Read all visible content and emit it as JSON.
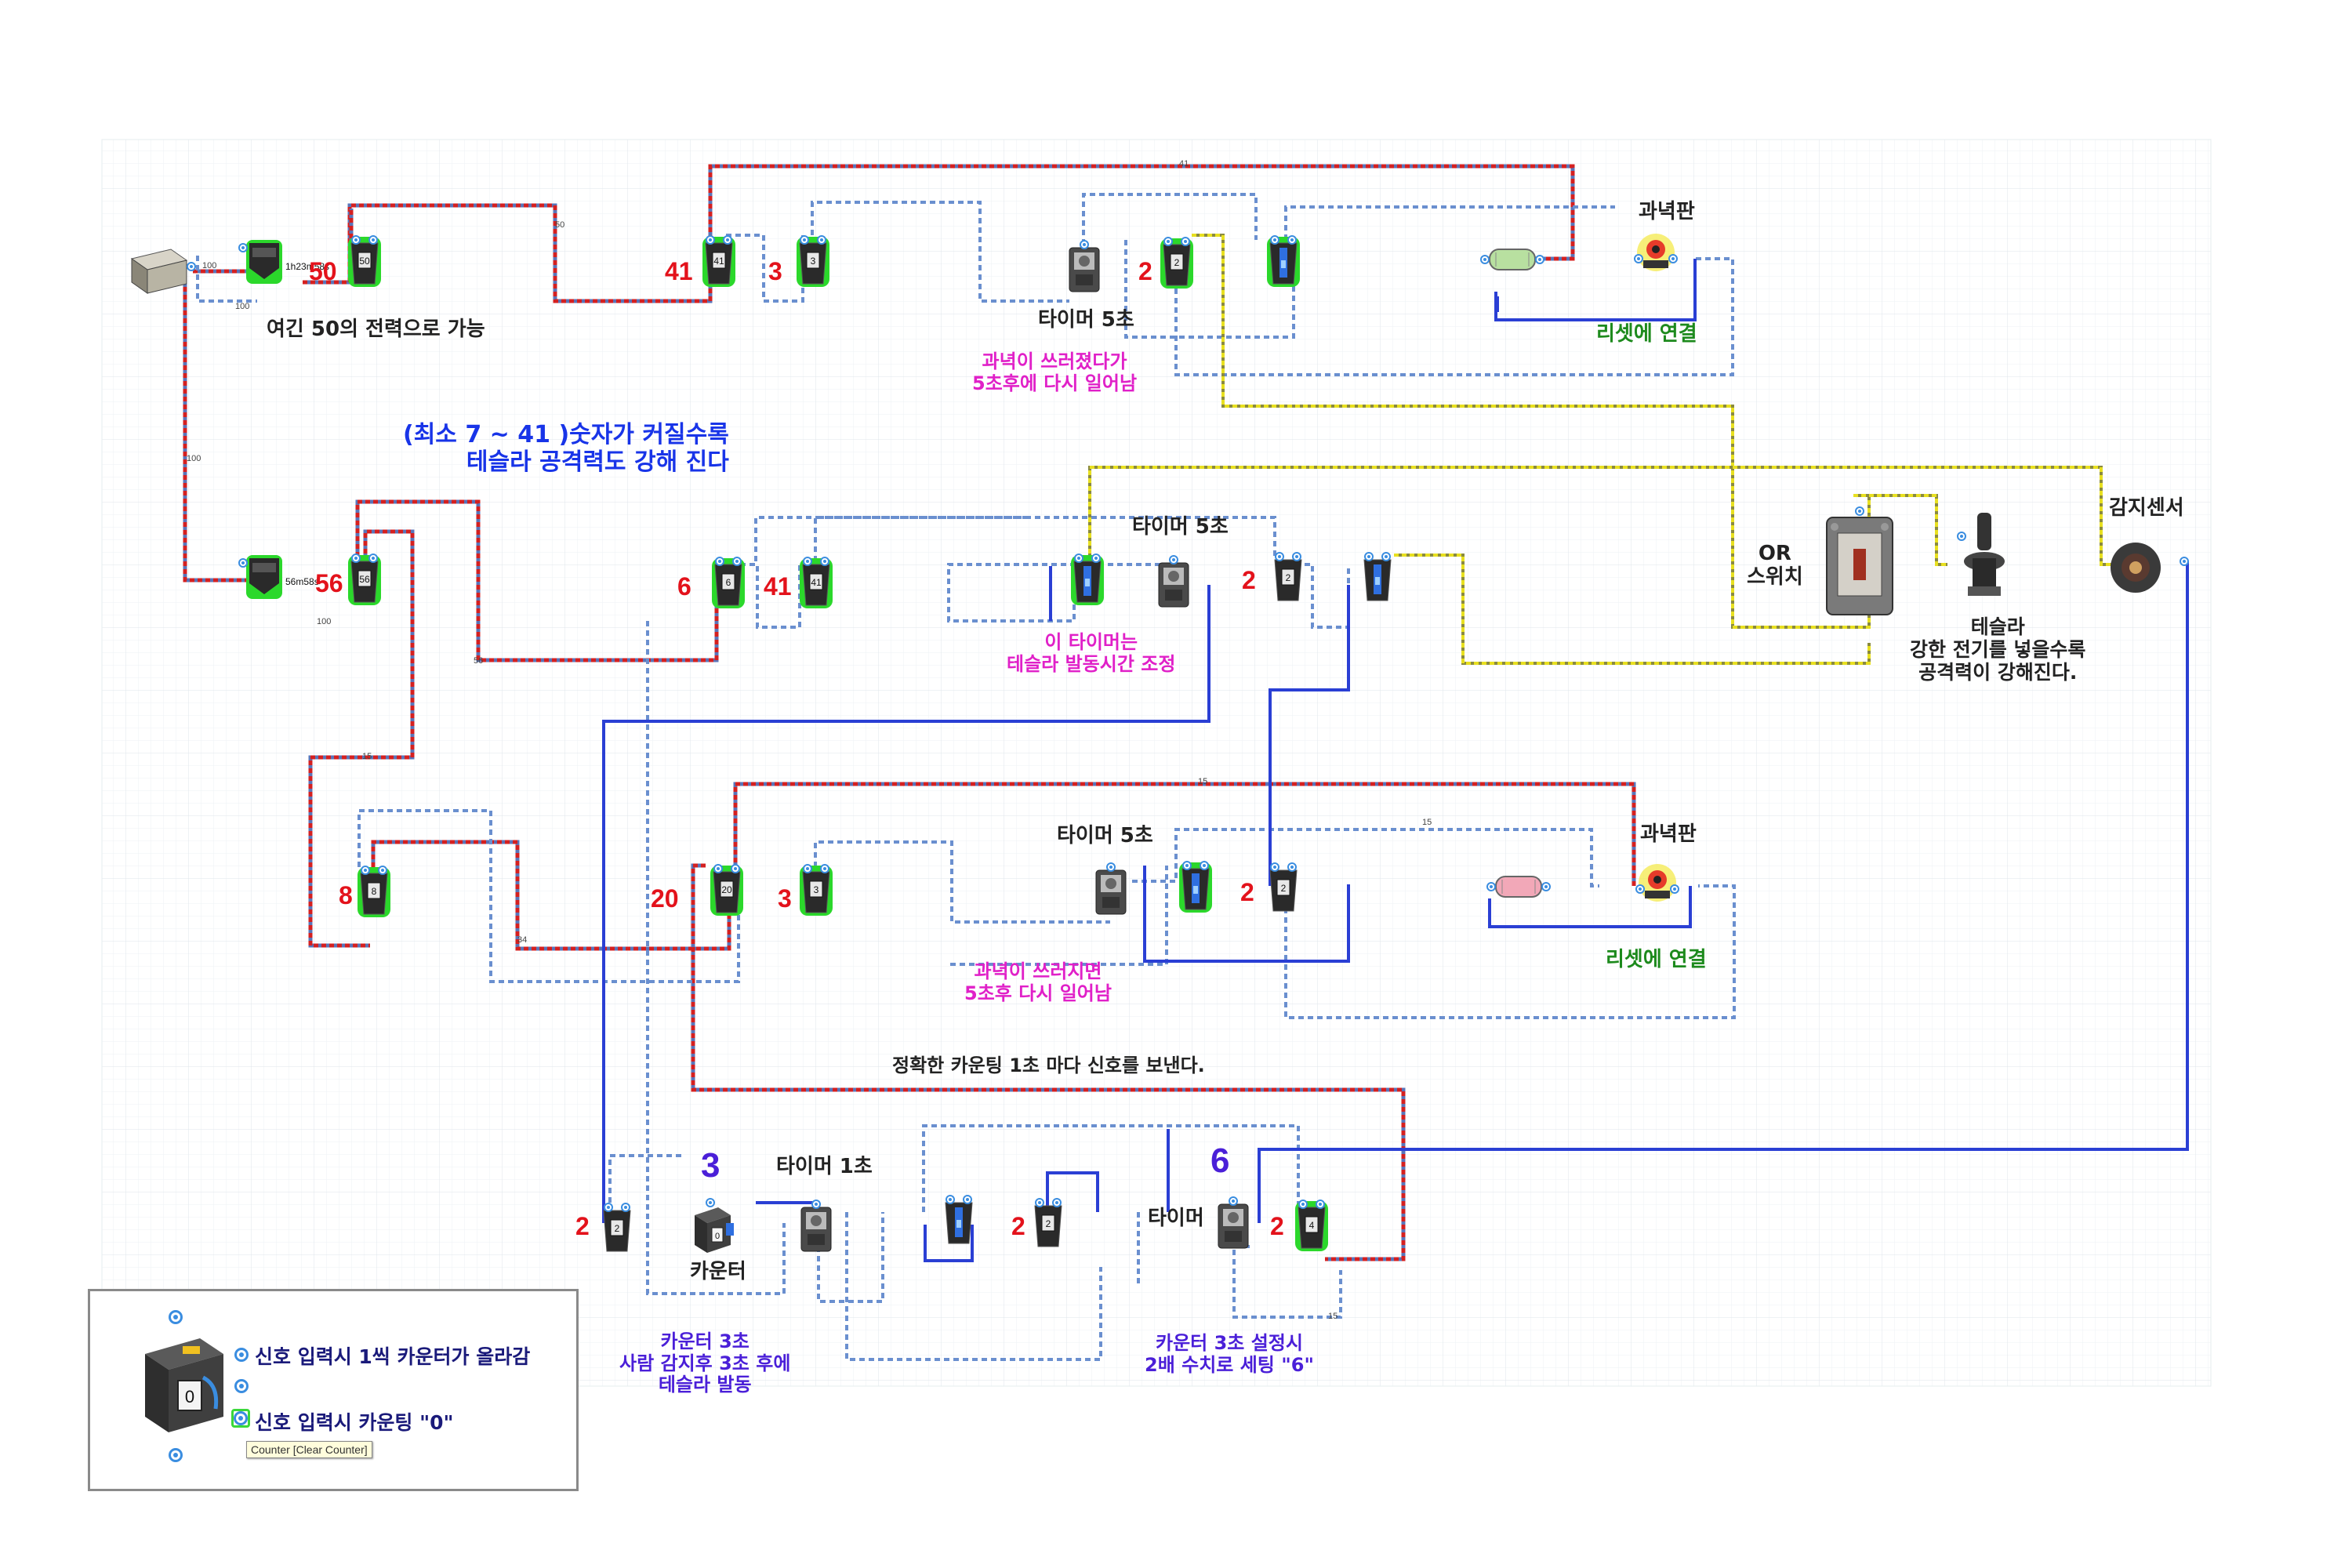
{
  "diagram": {
    "nodes": {
      "power_source": {
        "kind": "battery"
      },
      "timer_top_source": {
        "kind": "timer",
        "text": "1h23m58s"
      },
      "timer_mid_source": {
        "kind": "timer",
        "text": "56m58s"
      },
      "relay_50": {
        "kind": "relay",
        "value": "50",
        "glow": "green"
      },
      "relay_56": {
        "kind": "relay",
        "value": "56",
        "glow": "green"
      },
      "relay_41a": {
        "kind": "relay",
        "value": "41",
        "glow": "green"
      },
      "relay_3a": {
        "kind": "relay",
        "value": "3",
        "glow": "green"
      },
      "timer_5a": {
        "kind": "timer_box"
      },
      "relay_2a": {
        "kind": "relay",
        "value": "2",
        "glow": "green"
      },
      "switch_a": {
        "kind": "switch",
        "glow": "green"
      },
      "lamp_a": {
        "kind": "lamp",
        "color": "#b8e0a0"
      },
      "target_a": {
        "kind": "target"
      },
      "relay_6": {
        "kind": "relay",
        "value": "6",
        "glow": "green"
      },
      "relay_41b": {
        "kind": "relay",
        "value": "41",
        "glow": "green"
      },
      "switch_b": {
        "kind": "switch",
        "glow": "green"
      },
      "timer_5b": {
        "kind": "timer_box"
      },
      "relay_2b": {
        "kind": "relay",
        "value": "2",
        "glow": "none"
      },
      "switch_c": {
        "kind": "switch",
        "glow": "none"
      },
      "or_switch": {
        "kind": "or_switch"
      },
      "tesla": {
        "kind": "tesla"
      },
      "sensor": {
        "kind": "sensor"
      },
      "relay_8": {
        "kind": "relay",
        "value": "8",
        "glow": "green"
      },
      "relay_20": {
        "kind": "relay",
        "value": "20",
        "glow": "green"
      },
      "relay_3b": {
        "kind": "relay",
        "value": "3",
        "glow": "green"
      },
      "timer_5c": {
        "kind": "timer_box"
      },
      "switch_d": {
        "kind": "switch",
        "glow": "green"
      },
      "relay_2c": {
        "kind": "relay",
        "value": "2",
        "glow": "none"
      },
      "lamp_b": {
        "kind": "lamp",
        "color": "#f2a8b8"
      },
      "target_b": {
        "kind": "target"
      },
      "relay_2d": {
        "kind": "relay",
        "value": "2",
        "glow": "none"
      },
      "counter_3": {
        "kind": "counter",
        "value": "0"
      },
      "timer_1": {
        "kind": "timer_box"
      },
      "switch_e": {
        "kind": "switch",
        "glow": "none"
      },
      "relay_2e": {
        "kind": "relay",
        "value": "2",
        "glow": "none"
      },
      "timer_6": {
        "kind": "timer_box"
      },
      "relay_4": {
        "kind": "relay",
        "value": "4",
        "glow": "green"
      }
    },
    "wire_labels": [
      "100",
      "100",
      "100",
      "50",
      "41",
      "100",
      "56",
      "15",
      "15",
      "15",
      "34",
      "15"
    ],
    "labels": {
      "n50": "50",
      "n41a": "41",
      "n3a": "3",
      "n2a": "2",
      "n56": "56",
      "n6": "6",
      "n41b": "41",
      "n2b": "2",
      "n8": "8",
      "n20": "20",
      "n3b": "3",
      "n2c": "2",
      "n2d": "2",
      "n2e": "2",
      "n2f": "2",
      "big3": "3",
      "big6": "6",
      "note_50": "여긴 50의 전력으로 가능",
      "timer5a": "타이머 5초",
      "target_title_a": "과녁판",
      "reset_a": "리셋에 연결",
      "magenta_a": "과녁이 쓰러졌다가\n5초후에 다시 일어남",
      "blue_note": "(최소 7 ~ 41 )숫자가 커질수록\n테슬라 공격력도 강해 진다",
      "timer5b": "타이머 5초",
      "magenta_b": "이 타이머는\n테슬라 발동시간 조정",
      "or_switch": "OR\n스위치",
      "tesla_note": "테슬라\n강한 전기를 넣을수록\n공격력이 강해진다.",
      "sensor": "감지센서",
      "timer5c": "타이머 5초",
      "target_title_b": "과녁판",
      "reset_b": "리셋에 연결",
      "magenta_c": "과녁이 쓰러지면\n5초후 다시 일어남",
      "counting_note": "정확한 카운팅 1초 마다 신호를 보낸다.",
      "timer1": "타이머 1초",
      "counter": "카운터",
      "purple_a": "카운터 3초\n사람 감지후 3초 후에\n테슬라 발동",
      "timer6": "타이머",
      "purple_b": "카운터 3초 설정시\n2배 수치로 세팅 \"6\""
    },
    "legend": {
      "line1": "신호 입력시 1씩 카운터가 올라감",
      "line2": "신호 입력시 카운팅 \"0\"",
      "tooltip": "Counter [Clear Counter]",
      "counter_value": "0"
    },
    "colors": {
      "power_wire": "#d42020",
      "signal_wire": "#6a8fcf",
      "blue_wire": "#2a3fd4",
      "yellow_wire": "#e8e020",
      "grid": "#e4eaef",
      "grid_bg": "#fafcfa"
    }
  }
}
